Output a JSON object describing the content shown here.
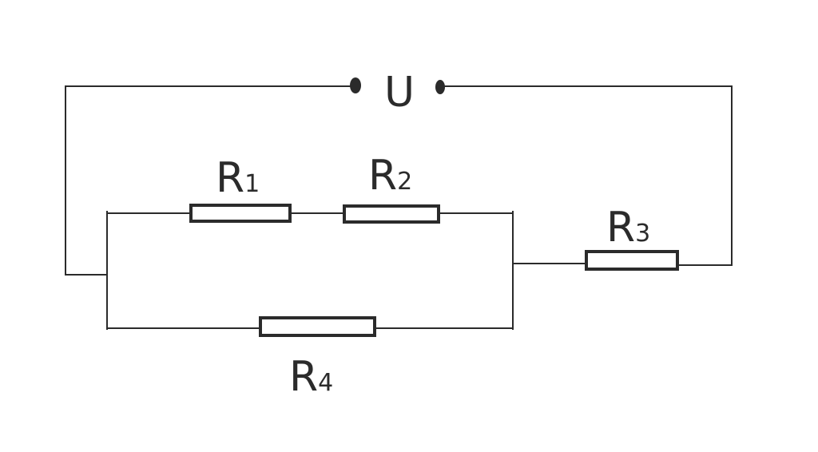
{
  "source_label": "U",
  "resistors": [
    {
      "id": "r1",
      "letter": "R",
      "index": "1"
    },
    {
      "id": "r2",
      "letter": "R",
      "index": "2"
    },
    {
      "id": "r3",
      "letter": "R",
      "index": "3"
    },
    {
      "id": "r4",
      "letter": "R",
      "index": "4"
    }
  ],
  "colors": {
    "line": "#2b2b2b",
    "background": "#ffffff"
  }
}
